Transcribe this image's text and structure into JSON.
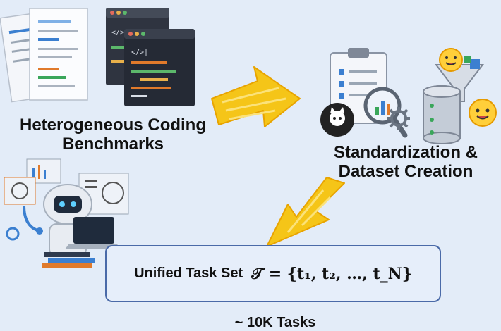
{
  "labels": {
    "benchmarks": "Heterogeneous Coding Benchmarks",
    "standardization": "Standardization & Dataset Creation",
    "task_set_text": "Unified Task Set",
    "task_set_formula": "𝒯 = {t₁, t₂, …, t_N}",
    "task_count": "~ 10K Tasks"
  },
  "colors": {
    "background": "#e3ecf8",
    "arrow_fill": "#f5c518",
    "arrow_stroke": "#e8a400",
    "box_border": "#4a6aa8"
  },
  "icons": [
    "document-stack-icon",
    "code-window-icon",
    "clipboard-icon",
    "magnifier-chart-icon",
    "github-icon",
    "gear-icon",
    "database-funnel-icon",
    "huggingface-emoji-icon",
    "robot-laptop-icon",
    "books-icon"
  ]
}
